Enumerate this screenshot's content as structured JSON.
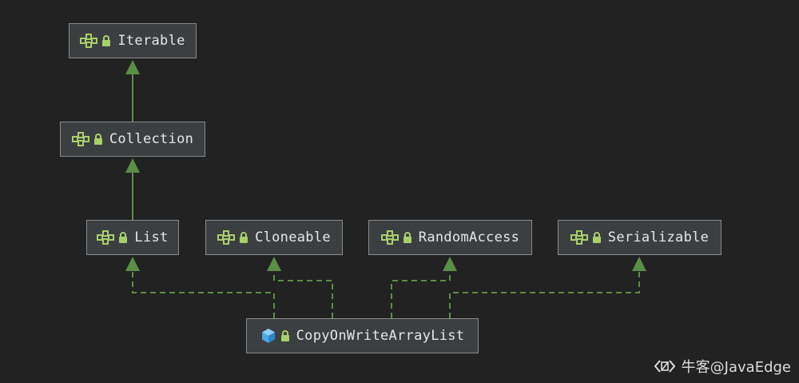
{
  "diagram": {
    "nodes": [
      {
        "id": "iterable",
        "label": "Iterable",
        "kind": "interface",
        "icon": "interface-icon"
      },
      {
        "id": "collection",
        "label": "Collection",
        "kind": "interface",
        "icon": "interface-icon"
      },
      {
        "id": "list",
        "label": "List",
        "kind": "interface",
        "icon": "interface-icon"
      },
      {
        "id": "cloneable",
        "label": "Cloneable",
        "kind": "interface",
        "icon": "interface-icon"
      },
      {
        "id": "randomaccess",
        "label": "RandomAccess",
        "kind": "interface",
        "icon": "interface-icon"
      },
      {
        "id": "serializable",
        "label": "Serializable",
        "kind": "interface",
        "icon": "interface-icon"
      },
      {
        "id": "cowal",
        "label": "CopyOnWriteArrayList",
        "kind": "class",
        "icon": "class-icon"
      }
    ],
    "edges": [
      {
        "from": "collection",
        "to": "iterable",
        "style": "solid",
        "relation": "extends"
      },
      {
        "from": "list",
        "to": "collection",
        "style": "solid",
        "relation": "extends"
      },
      {
        "from": "cowal",
        "to": "list",
        "style": "dashed",
        "relation": "implements"
      },
      {
        "from": "cowal",
        "to": "cloneable",
        "style": "dashed",
        "relation": "implements"
      },
      {
        "from": "cowal",
        "to": "randomaccess",
        "style": "dashed",
        "relation": "implements"
      },
      {
        "from": "cowal",
        "to": "serializable",
        "style": "dashed",
        "relation": "implements"
      }
    ]
  },
  "colors": {
    "background": "#222222",
    "node_fill": "#3c3f41",
    "node_border": "#8a8a8a",
    "edge": "#5a8f46",
    "interface_icon": "#a8d06a",
    "lock_icon": "#a8d06a",
    "class_icon": "#4aa8e8"
  },
  "watermark": {
    "text": "牛客@JavaEdge",
    "icon": "nowcoder-logo-icon"
  }
}
